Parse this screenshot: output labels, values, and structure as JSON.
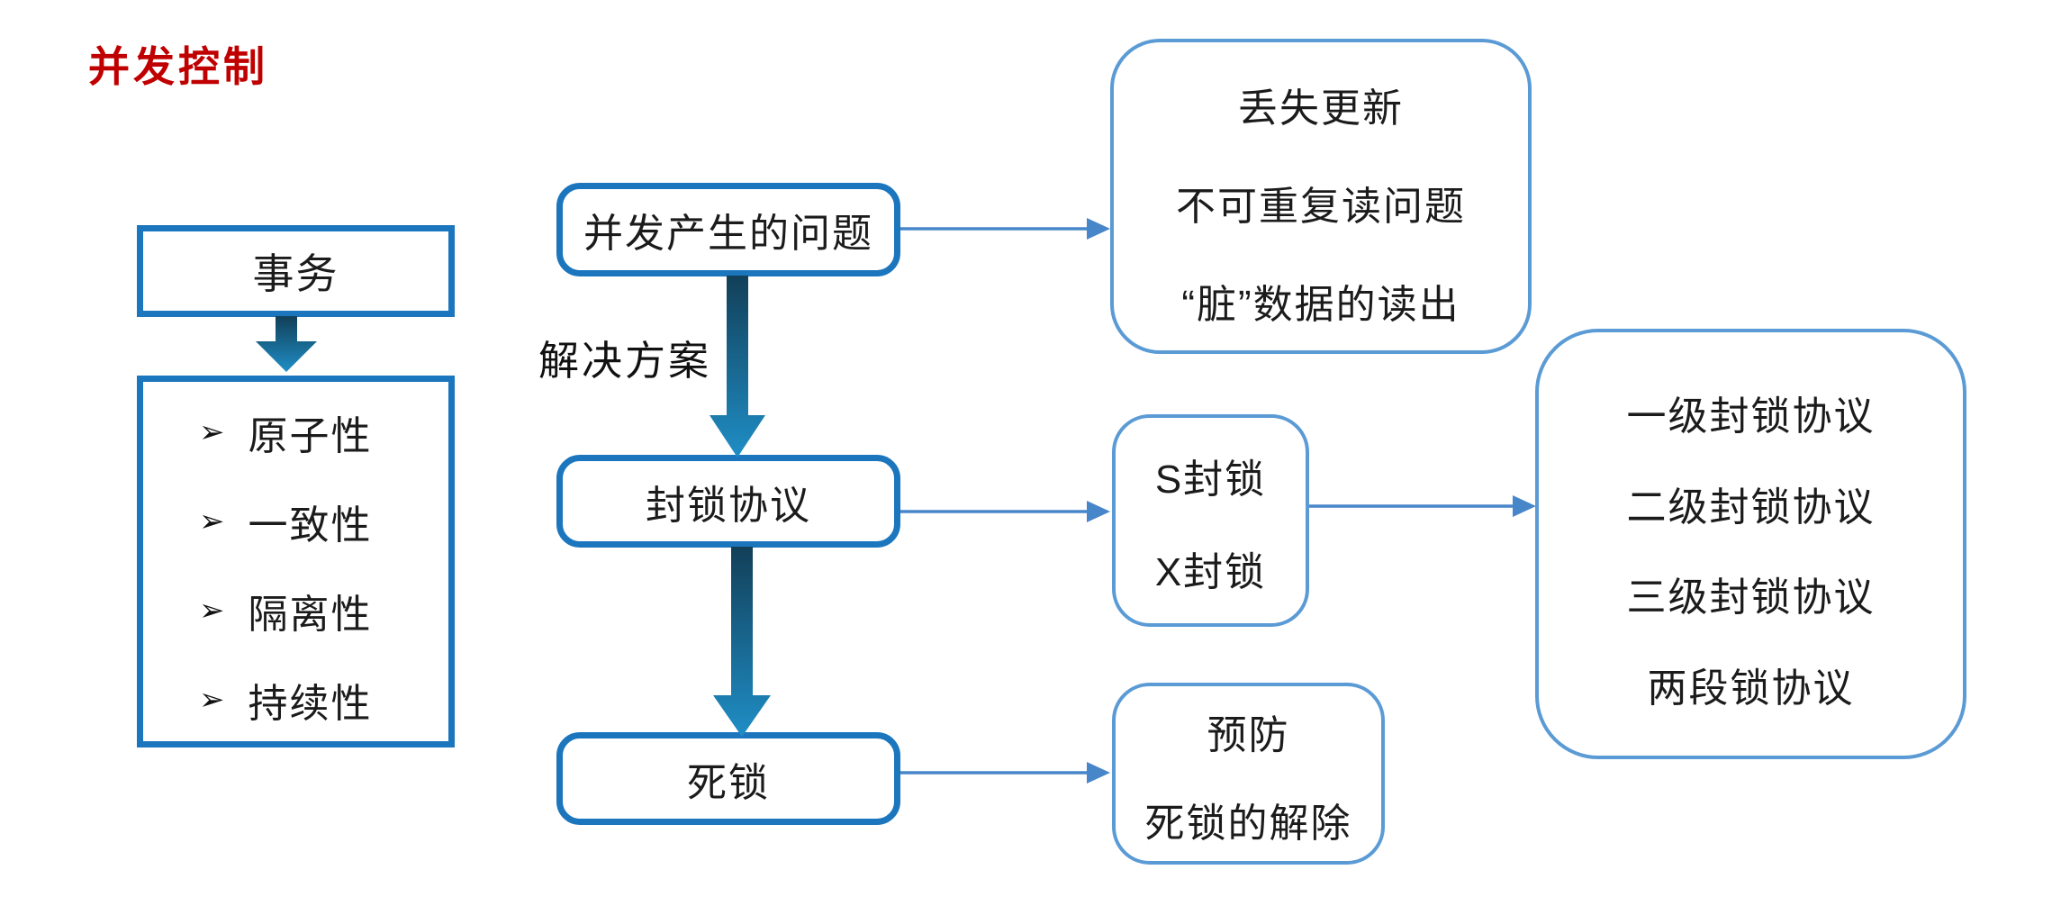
{
  "title": {
    "text": "并发控制",
    "color": "#c00000"
  },
  "colors": {
    "node_border_dark": "#1c76bd",
    "node_border_light": "#5b9bd5",
    "connector": "#4886ca",
    "thick_arrow_gradient_top": "#123f58",
    "thick_arrow_gradient_bottom": "#1f8ec6"
  },
  "nodes": {
    "transaction": {
      "label": "事务"
    },
    "properties": {
      "bullet": "➢",
      "items": [
        "原子性",
        "一致性",
        "隔离性",
        "持续性"
      ]
    },
    "problem": {
      "label": "并发产生的问题"
    },
    "solution": {
      "label": "解决方案"
    },
    "locking": {
      "label": "封锁协议"
    },
    "deadlock": {
      "label": "死锁"
    },
    "problems_result": {
      "lines": [
        "丢失更新",
        "不可重复读问题",
        "“脏”数据的读出"
      ]
    },
    "locks": {
      "lines": [
        "S封锁",
        "X封锁"
      ]
    },
    "protocols": {
      "lines": [
        "一级封锁协议",
        "二级封锁协议",
        "三级封锁协议",
        "两段锁协议"
      ]
    },
    "deadlock_result": {
      "lines": [
        "预防",
        "死锁的解除"
      ]
    }
  }
}
